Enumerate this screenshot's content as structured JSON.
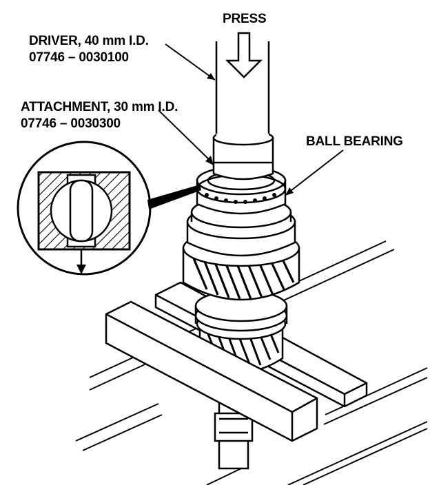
{
  "labels": {
    "press": "PRESS",
    "driver_name": "DRIVER, 40 mm I.D.",
    "driver_part": "07746 – 0030100",
    "attachment_name": "ATTACHMENT, 30 mm I.D.",
    "attachment_part": "07746 – 0030300",
    "ball_bearing": "BALL BEARING"
  }
}
